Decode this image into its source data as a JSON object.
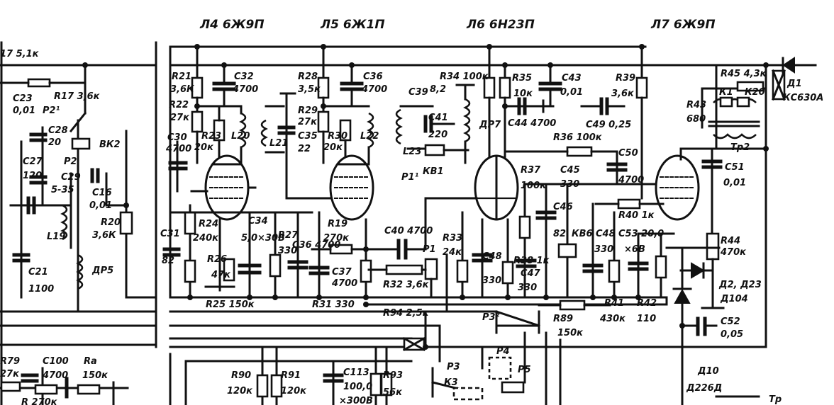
{
  "tubes": [
    {
      "id": "l4",
      "label": "Л4 6Ж9П"
    },
    {
      "id": "l5",
      "label": "Л5 6Ж1П"
    },
    {
      "id": "l6",
      "label": "Л6 6Н23П"
    },
    {
      "id": "l7",
      "label": "Л7 6Ж9П"
    }
  ],
  "labels": [
    {
      "id": "r17-top",
      "text": "17 5,1к"
    },
    {
      "id": "c23",
      "text": "C23"
    },
    {
      "id": "c23v",
      "text": "0,01"
    },
    {
      "id": "r17",
      "text": "R17 3,6к"
    },
    {
      "id": "p21",
      "text": "P2¹"
    },
    {
      "id": "c28",
      "text": "C28"
    },
    {
      "id": "c28v",
      "text": "20"
    },
    {
      "id": "bk2",
      "text": "ВК2"
    },
    {
      "id": "p2",
      "text": "P2"
    },
    {
      "id": "c27",
      "text": "C27"
    },
    {
      "id": "c27v",
      "text": "120"
    },
    {
      "id": "c29",
      "text": "C29"
    },
    {
      "id": "c29v",
      "text": "5-35"
    },
    {
      "id": "c16",
      "text": "C16"
    },
    {
      "id": "c16v",
      "text": "0,01"
    },
    {
      "id": "r20",
      "text": "R20"
    },
    {
      "id": "r20v",
      "text": "3,6К"
    },
    {
      "id": "l19",
      "text": "L19"
    },
    {
      "id": "c21",
      "text": "C21"
    },
    {
      "id": "c21v",
      "text": "1100"
    },
    {
      "id": "dr5",
      "text": "ДР5"
    },
    {
      "id": "r21",
      "text": "R21"
    },
    {
      "id": "r21v",
      "text": "3,6К"
    },
    {
      "id": "c32",
      "text": "C32"
    },
    {
      "id": "c32v",
      "text": "4700"
    },
    {
      "id": "r22",
      "text": "R22"
    },
    {
      "id": "r22v",
      "text": "27к"
    },
    {
      "id": "c30",
      "text": "C30"
    },
    {
      "id": "c30v",
      "text": "4700"
    },
    {
      "id": "r23",
      "text": "R23"
    },
    {
      "id": "r23v",
      "text": "20к"
    },
    {
      "id": "l20",
      "text": "L20"
    },
    {
      "id": "l21",
      "text": "L21"
    },
    {
      "id": "c35",
      "text": "C35"
    },
    {
      "id": "c35v",
      "text": "22"
    },
    {
      "id": "r28",
      "text": "R28"
    },
    {
      "id": "r28v",
      "text": "3,5к"
    },
    {
      "id": "c36",
      "text": "C36"
    },
    {
      "id": "c36v",
      "text": "4700"
    },
    {
      "id": "r29",
      "text": "R29"
    },
    {
      "id": "r29v",
      "text": "27к"
    },
    {
      "id": "r30",
      "text": "R30"
    },
    {
      "id": "r30v",
      "text": "20к"
    },
    {
      "id": "l22",
      "text": "L22"
    },
    {
      "id": "c31",
      "text": "C31"
    },
    {
      "id": "c31v",
      "text": "82"
    },
    {
      "id": "r24",
      "text": "R24"
    },
    {
      "id": "r24v",
      "text": "240к"
    },
    {
      "id": "c34",
      "text": "C34"
    },
    {
      "id": "c34v",
      "text": "5,0×30В"
    },
    {
      "id": "r27",
      "text": "R27"
    },
    {
      "id": "r27v",
      "text": "330"
    },
    {
      "id": "c36b",
      "text": "C36 4700"
    },
    {
      "id": "r19",
      "text": "R19"
    },
    {
      "id": "r19v",
      "text": "270к"
    },
    {
      "id": "r26",
      "text": "R26"
    },
    {
      "id": "r26v",
      "text": "47к"
    },
    {
      "id": "c37",
      "text": "C37"
    },
    {
      "id": "c37v",
      "text": "4700"
    },
    {
      "id": "r25",
      "text": "R25 150к"
    },
    {
      "id": "r31",
      "text": "R31 330"
    },
    {
      "id": "r34",
      "text": "R34 100к"
    },
    {
      "id": "c39",
      "text": "C39"
    },
    {
      "id": "c39v",
      "text": "8,2"
    },
    {
      "id": "c41",
      "text": "C41"
    },
    {
      "id": "c41v",
      "text": "220"
    },
    {
      "id": "l23",
      "text": "L23"
    },
    {
      "id": "kb1",
      "text": "КВ1"
    },
    {
      "id": "dr7",
      "text": "ДР7"
    },
    {
      "id": "r35",
      "text": "R35"
    },
    {
      "id": "r35v",
      "text": "10к"
    },
    {
      "id": "c43",
      "text": "C43"
    },
    {
      "id": "c43v",
      "text": "0,01"
    },
    {
      "id": "c44",
      "text": "C44 4700"
    },
    {
      "id": "r36",
      "text": "R36 100к"
    },
    {
      "id": "r37",
      "text": "R37"
    },
    {
      "id": "r37v",
      "text": "100к"
    },
    {
      "id": "c45",
      "text": "C45"
    },
    {
      "id": "c45v",
      "text": "330"
    },
    {
      "id": "p11",
      "text": "P1¹"
    },
    {
      "id": "c40",
      "text": "C40 4700"
    },
    {
      "id": "p1",
      "text": "P1"
    },
    {
      "id": "r33",
      "text": "R33"
    },
    {
      "id": "r33v",
      "text": "24к"
    },
    {
      "id": "r32",
      "text": "R32 3,6к"
    },
    {
      "id": "c48",
      "text": "C48"
    },
    {
      "id": "c48v",
      "text": "330"
    },
    {
      "id": "r38",
      "text": "R38 1к"
    },
    {
      "id": "c47",
      "text": "C47"
    },
    {
      "id": "c47v",
      "text": "330"
    },
    {
      "id": "c46",
      "text": "C46"
    },
    {
      "id": "c46v",
      "text": "82"
    },
    {
      "id": "kb6",
      "text": "КВ6"
    },
    {
      "id": "r39",
      "text": "R39"
    },
    {
      "id": "r39v",
      "text": "3,6к"
    },
    {
      "id": "c49",
      "text": "C49 0,25"
    },
    {
      "id": "c50",
      "text": "C50"
    },
    {
      "id": "c50v",
      "text": "4700"
    },
    {
      "id": "c48b",
      "text": "C48"
    },
    {
      "id": "c48bv",
      "text": "330"
    },
    {
      "id": "c53",
      "text": "C53 20,0"
    },
    {
      "id": "c53v",
      "text": "×6В"
    },
    {
      "id": "r40",
      "text": "R40 1к"
    },
    {
      "id": "r41",
      "text": "R41"
    },
    {
      "id": "r41v",
      "text": "430к"
    },
    {
      "id": "r42",
      "text": "R42"
    },
    {
      "id": "r42v",
      "text": "110"
    },
    {
      "id": "r89",
      "text": "R89"
    },
    {
      "id": "r89v",
      "text": "150к"
    },
    {
      "id": "r94",
      "text": "R94 2,5к"
    },
    {
      "id": "p32",
      "text": "P3²"
    },
    {
      "id": "r43",
      "text": "R43"
    },
    {
      "id": "r43v",
      "text": "680"
    },
    {
      "id": "r45",
      "text": "R45 4,3к"
    },
    {
      "id": "k1",
      "text": "К1"
    },
    {
      "id": "k20",
      "text": "К20"
    },
    {
      "id": "d1",
      "text": "Д1"
    },
    {
      "id": "d1v",
      "text": "КС630А"
    },
    {
      "id": "tr2",
      "text": "Тр2"
    },
    {
      "id": "c51",
      "text": "C51"
    },
    {
      "id": "c51v",
      "text": "0,01"
    },
    {
      "id": "r44",
      "text": "R44"
    },
    {
      "id": "r44v",
      "text": "470к"
    },
    {
      "id": "d2",
      "text": "Д2, Д23"
    },
    {
      "id": "d104",
      "text": "Д104"
    },
    {
      "id": "c52",
      "text": "C52"
    },
    {
      "id": "c52v",
      "text": "0,05"
    },
    {
      "id": "d10",
      "text": "Д10"
    },
    {
      "id": "d226",
      "text": "Д226Д"
    },
    {
      "id": "tp",
      "text": "Тр"
    },
    {
      "id": "r90",
      "text": "R90"
    },
    {
      "id": "r90v",
      "text": "120к"
    },
    {
      "id": "r91",
      "text": "R91"
    },
    {
      "id": "r91v",
      "text": "120к"
    },
    {
      "id": "c113",
      "text": "C113"
    },
    {
      "id": "c113v",
      "text": "100,0"
    },
    {
      "id": "c113w",
      "text": "×300В"
    },
    {
      "id": "r93",
      "text": "R93"
    },
    {
      "id": "r93v",
      "text": "56к"
    },
    {
      "id": "p3",
      "text": "P3"
    },
    {
      "id": "k3",
      "text": "К3"
    },
    {
      "id": "p4",
      "text": "P4"
    },
    {
      "id": "p5",
      "text": "P5"
    },
    {
      "id": "r79",
      "text": "R79"
    },
    {
      "id": "r79v",
      "text": "27к"
    },
    {
      "id": "c100",
      "text": "C100"
    },
    {
      "id": "c100v",
      "text": "4700"
    },
    {
      "id": "ra",
      "text": "Ra"
    },
    {
      "id": "rav",
      "text": "150к"
    },
    {
      "id": "r270",
      "text": "R 270к"
    }
  ]
}
